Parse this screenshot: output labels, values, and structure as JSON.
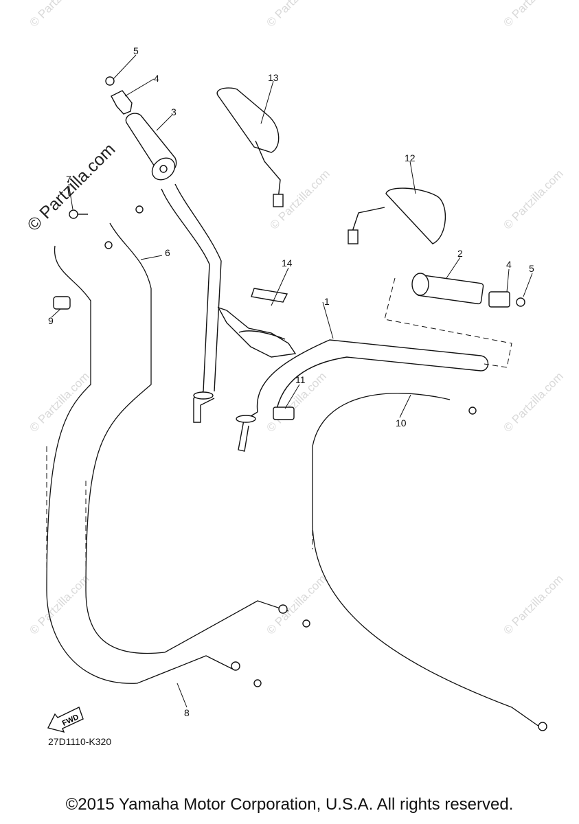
{
  "watermark": {
    "text": "© Partzilla.com",
    "large_text": "© Partzilla.com"
  },
  "callouts": [
    "1",
    "2",
    "3",
    "4",
    "4",
    "5",
    "5",
    "6",
    "7",
    "8",
    "9",
    "10",
    "11",
    "12",
    "13",
    "14"
  ],
  "fwd_label": "FWD",
  "diagram_code": "27D1110-K320",
  "copyright": "©2015 Yamaha Motor Corporation, U.S.A. All rights reserved."
}
